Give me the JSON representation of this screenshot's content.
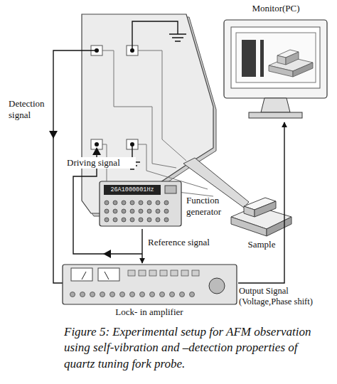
{
  "diagram": {
    "caption": "Figure 5: Experimental setup for AFM observation using self-vibration and –detection properties of quartz tuning fork probe.",
    "nodes": [
      {
        "text": [
          "Monitor(PC)"
        ]
      },
      {
        "text": [
          "Function generator"
        ]
      },
      {
        "text": [
          "Sample"
        ]
      },
      {
        "text": [
          "Lock- in amplifier"
        ]
      }
    ],
    "edges": [
      {
        "from": 1,
        "to": 3,
        "arrow": "to",
        "label": "Reference signal"
      },
      {
        "from": 3,
        "to": 0,
        "arrow": "to",
        "label": "Output Signal (Voltage,Phase shift)"
      }
    ],
    "labels": [
      "Detection signal",
      "Driving signal",
      "26A1000001Hz"
    ]
  }
}
